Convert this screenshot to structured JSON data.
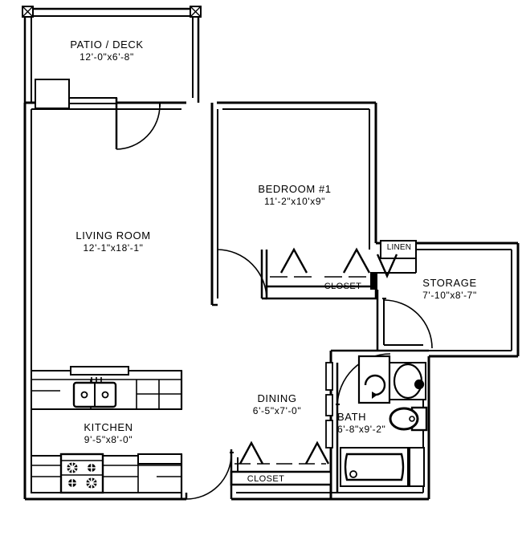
{
  "plan": {
    "type": "floor-plan",
    "unit_description": "One bedroom apartment floor plan",
    "ink_color": "#000000",
    "background_color": "#ffffff"
  },
  "rooms": [
    {
      "key": "patio",
      "name": "PATIO / DECK",
      "dimensions": "12'-0\"x6'-8\""
    },
    {
      "key": "living",
      "name": "LIVING ROOM",
      "dimensions": "12'-1\"x18'-1\""
    },
    {
      "key": "bedroom",
      "name": "BEDROOM #1",
      "dimensions": "11'-2\"x10'x9\""
    },
    {
      "key": "storage",
      "name": "STORAGE",
      "dimensions": "7'-10\"x8'-7\""
    },
    {
      "key": "kitchen",
      "name": "KITCHEN",
      "dimensions": "9'-5\"x8'-0\""
    },
    {
      "key": "dining",
      "name": "DINING",
      "dimensions": "6'-5\"x7'-0\""
    },
    {
      "key": "bath",
      "name": "BATH",
      "dimensions": "6'-8\"x9'-2\""
    }
  ],
  "closets": [
    {
      "key": "linen",
      "label": "LINEN"
    },
    {
      "key": "bedroom_closet",
      "label": "CLOSET"
    },
    {
      "key": "entry_closet",
      "label": "CLOSET"
    }
  ],
  "fixtures": [
    {
      "key": "kitchen_sink",
      "name": "double-bowl-sink"
    },
    {
      "key": "kitchen_range",
      "name": "four-burner-range"
    },
    {
      "key": "bath_vanity",
      "name": "vanity-sink"
    },
    {
      "key": "toilet",
      "name": "toilet"
    },
    {
      "key": "bathtub",
      "name": "bathtub"
    },
    {
      "key": "water_heater",
      "name": "water-heater-closet"
    }
  ]
}
